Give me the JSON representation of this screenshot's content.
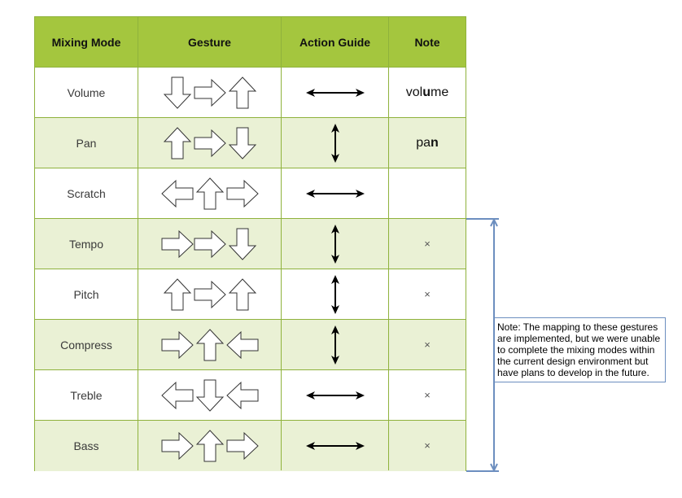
{
  "header": {
    "mode": "Mixing Mode",
    "gesture": "Gesture",
    "action": "Action Guide",
    "note": "Note"
  },
  "rows": [
    {
      "mode": "Volume",
      "gestures": [
        "arrow-down-icon",
        "arrow-right-icon",
        "arrow-up-icon"
      ],
      "action": "horizontal",
      "note_parts": [
        "vol",
        "u",
        "me"
      ]
    },
    {
      "mode": "Pan",
      "gestures": [
        "arrow-up-icon",
        "arrow-right-icon",
        "arrow-down-icon"
      ],
      "action": "vertical",
      "note_parts": [
        "pa",
        "n",
        ""
      ]
    },
    {
      "mode": "Scratch",
      "gestures": [
        "arrow-left-icon",
        "arrow-up-icon",
        "arrow-right-icon"
      ],
      "action": "horizontal",
      "note": ""
    },
    {
      "mode": "Tempo",
      "gestures": [
        "arrow-right-icon",
        "arrow-right-icon",
        "arrow-down-icon"
      ],
      "action": "vertical",
      "note": "×"
    },
    {
      "mode": "Pitch",
      "gestures": [
        "arrow-up-icon",
        "arrow-right-icon",
        "arrow-up-icon"
      ],
      "action": "vertical",
      "note": "×"
    },
    {
      "mode": "Compress",
      "gestures": [
        "arrow-right-icon",
        "arrow-up-icon",
        "arrow-left-icon"
      ],
      "action": "vertical",
      "note": "×"
    },
    {
      "mode": "Treble",
      "gestures": [
        "arrow-left-icon",
        "arrow-down-icon",
        "arrow-left-icon"
      ],
      "action": "horizontal",
      "note": "×"
    },
    {
      "mode": "Bass",
      "gestures": [
        "arrow-right-icon",
        "arrow-up-icon",
        "arrow-right-icon"
      ],
      "action": "horizontal",
      "note": "×"
    }
  ],
  "side_note": "Note: The mapping to these gestures are implemented, but we were unable to complete the mixing modes within the current design environment but have plans to develop in the future.",
  "colors": {
    "header": "#a4c63e",
    "alt_row": "#eaf1d5",
    "border": "#8fb23c",
    "bracket": "#6c8ebf"
  }
}
